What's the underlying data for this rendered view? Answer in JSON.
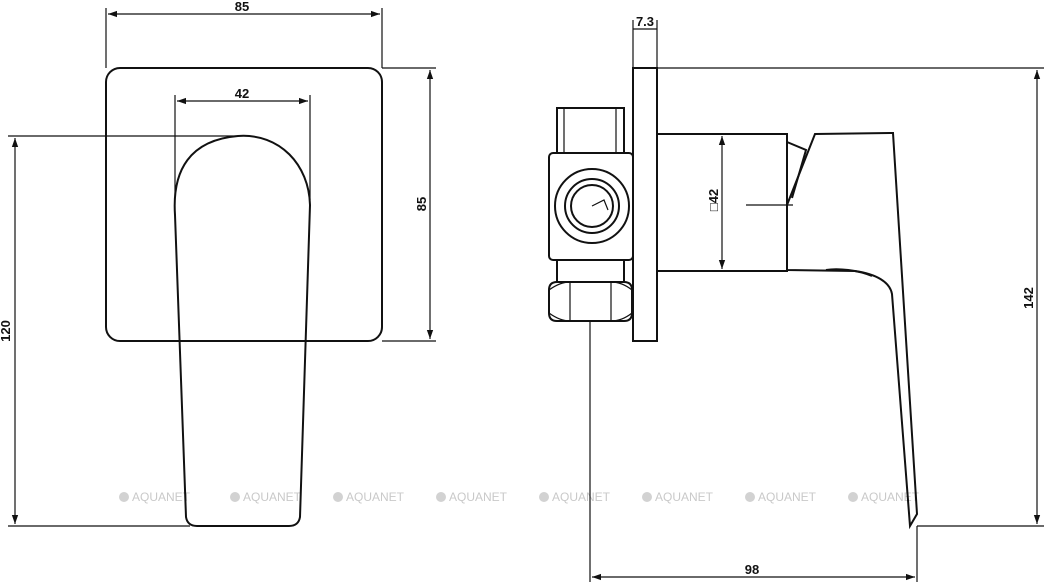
{
  "front_view": {
    "width_outer": "85",
    "width_inner": "42",
    "height_plate": "85",
    "height_total": "120"
  },
  "side_view": {
    "plate_thickness": "7.3",
    "body_square": "□42",
    "depth": "98",
    "height_total": "142"
  },
  "watermark": "AQUANET",
  "watermark_count": 8
}
